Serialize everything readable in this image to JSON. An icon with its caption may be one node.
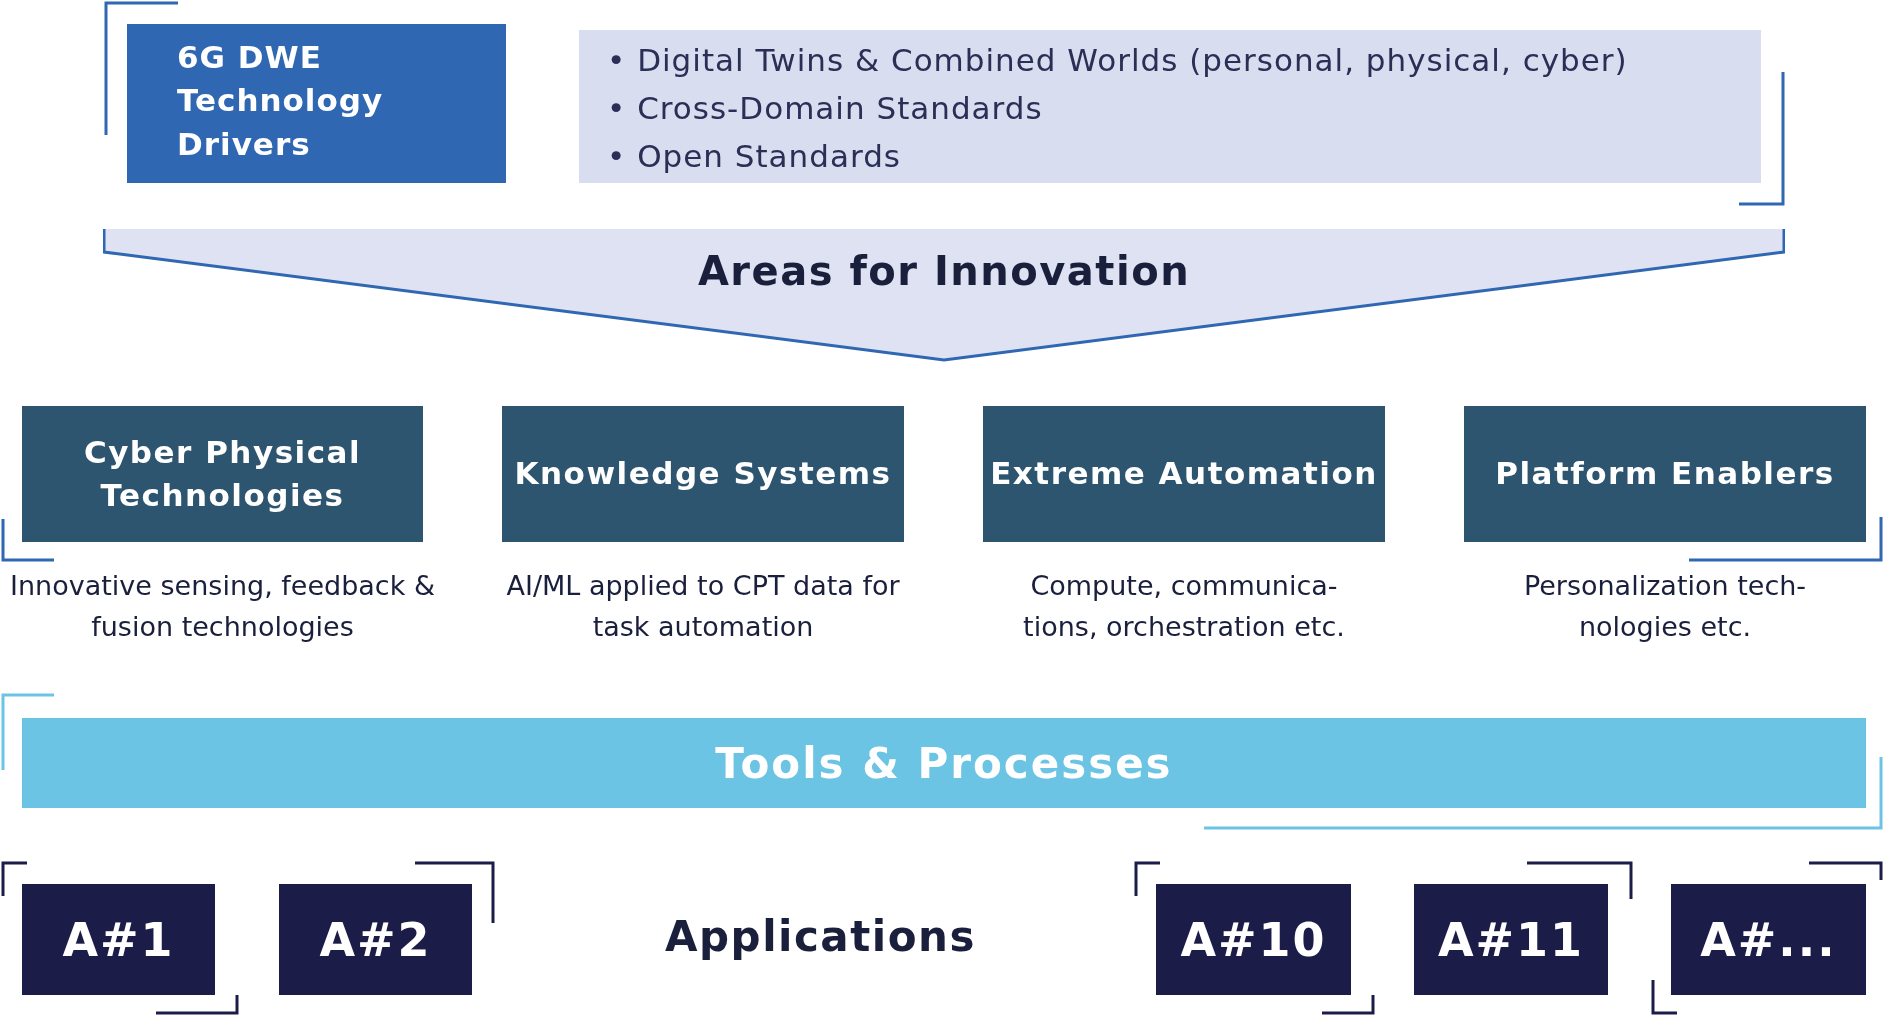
{
  "diagram": {
    "nodes": [
      {
        "text": [
          "6G DWE Technology Drivers"
        ]
      },
      {
        "text": [
          "• Digital Twins & Combined Worlds (personal, physical, cyber)",
          "• Cross-Domain Standards",
          "• Open Standards"
        ]
      },
      {
        "text": [
          "Areas for Innovation"
        ]
      },
      {
        "text": [
          "Cyber Physical Technologies"
        ],
        "beside": [
          "Innovative sensing, feedback & fusion technologies"
        ]
      },
      {
        "text": [
          "Knowledge Systems"
        ],
        "beside": [
          "AI/ML applied to CPT data for task automation"
        ]
      },
      {
        "text": [
          "Extreme Automation"
        ],
        "beside": [
          "Compute, communica-tions, orchestration etc."
        ]
      },
      {
        "text": [
          "Platform Enablers"
        ],
        "beside": [
          "Personalization tech-nologies etc."
        ]
      },
      {
        "text": [
          "Tools & Processes"
        ]
      },
      {
        "text": [
          "A#1"
        ]
      },
      {
        "text": [
          "A#2"
        ]
      },
      {
        "text": [
          "A#10"
        ]
      },
      {
        "text": [
          "A#11"
        ]
      },
      {
        "text": [
          "A#..."
        ]
      }
    ],
    "edges": [],
    "labels": [
      "Applications"
    ]
  }
}
